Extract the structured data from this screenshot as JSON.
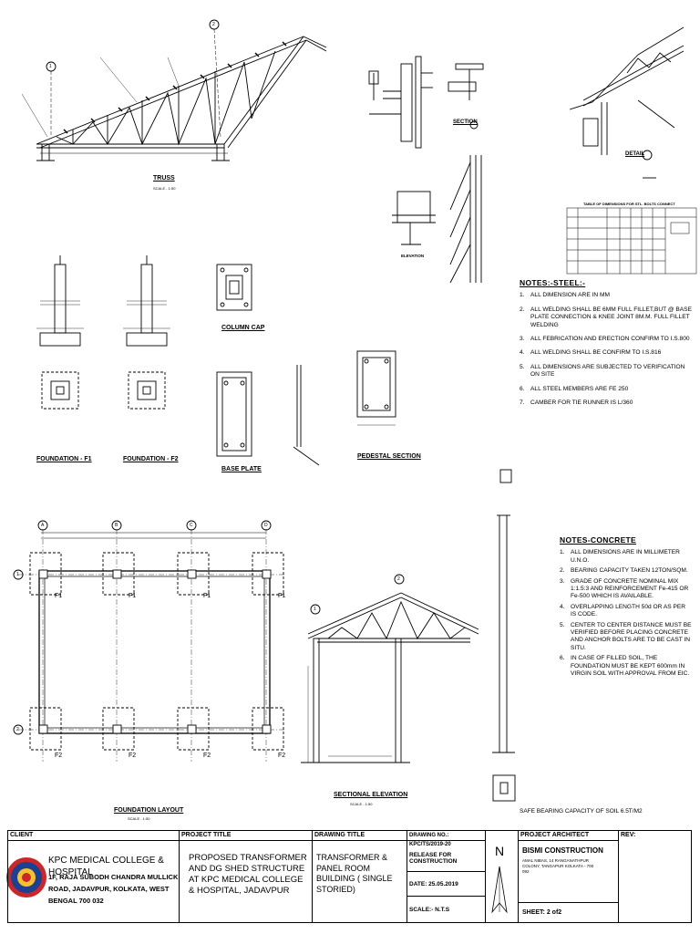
{
  "drawing_labels": {
    "truss": "TRUSS",
    "foundation_f1": "FOUNDATION - F1",
    "foundation_f2": "FOUNDATION - F2",
    "column_cap": "COLUMN CAP",
    "base_plate": "BASE PLATE",
    "pedestal_section": "PEDESTAL SECTION",
    "foundation_layout": "FOUNDATION LAYOUT",
    "sectional_elevation": "SECTIONAL ELEVATION",
    "section": "SECTION",
    "detail": "DETAIL",
    "elevation": "ELEVATION",
    "scale": "SCALE - 1:50",
    "table_title": "TABLE OF DIMENSIONS FOR STL. BOLTS CONNECT"
  },
  "grid": {
    "columns": [
      "A",
      "B",
      "C",
      "D"
    ],
    "rows": [
      "1",
      "2"
    ],
    "truss_marks": [
      "1",
      "2"
    ],
    "footings": [
      "F1",
      "F1",
      "F1",
      "F1",
      "F2",
      "F2",
      "F2",
      "F2"
    ]
  },
  "notes_steel": {
    "title": "NOTES:-STEEL:-",
    "items": [
      {
        "n": "1.",
        "t": "ALL DIMENSION ARE IN MM"
      },
      {
        "n": "2.",
        "t": "ALL WELDING SHALL BE 6MM FULL FILLET,BUT @ BASE PLATE CONNECTION & KNEE JOINT 8M.M. FULL FILLET WELDING"
      },
      {
        "n": "3.",
        "t": "ALL FEBRICATION AND ERECTION CONFIRM TO I.S.800"
      },
      {
        "n": "4.",
        "t": "ALL WELDING SHALL BE CONFIRM TO I.S.816"
      },
      {
        "n": "5.",
        "t": "ALL DIMENSIONS ARE SUBJECTED TO VERIFICATION ON SITE"
      },
      {
        "n": "6.",
        "t": "ALL STEEL MEMBERS  ARE FE 250"
      },
      {
        "n": "7.",
        "t": "CAMBER FOR TIE RUNNER IS L/360"
      }
    ]
  },
  "notes_concrete": {
    "title": "NOTES-CONCRETE",
    "items": [
      {
        "n": "1.",
        "t": "ALL DIMENSIONS ARE IN MILLIMETER U.N.O."
      },
      {
        "n": "2.",
        "t": "BEARING CAPACITY TAKEN 12TON/SQM."
      },
      {
        "n": "3.",
        "t": "GRADE OF CONCRETE NOMINAL MIX 1:1.5:3 AND REINFORCEMENT Fe-415 OR Fe-500 WHICH IS AVAILABLE."
      },
      {
        "n": "4.",
        "t": "OVERLAPPING LENGTH 50d OR AS PER IS CODE."
      },
      {
        "n": "5.",
        "t": "CENTER TO CENTER DISTANCE MUST BE VERIFIED BEFORE PLACING CONCRETE AND ANCHOR BOLTS ARE TO BE CAST IN SITU."
      },
      {
        "n": "6.",
        "t": "IN CASE OF FILLED SOIL, THE FOUNDATION MUST BE KEPT 600mm IN VIRGIN SOIL WITH APPROVAL FROM EIC."
      }
    ]
  },
  "soil_note": "SAFE BEARING CAPACITY OF SOIL 6.5T/M2",
  "title_block": {
    "client_header": "CLIENT",
    "client_name": "KPC MEDICAL COLLEGE & HOSPITAL",
    "client_address": "1F, RAJA SUBODH CHANDRA MULLICK ROAD, JADAVPUR, KOLKATA, WEST BENGAL 700 032",
    "project_header": "PROJECT TITLE",
    "project_title": "PROPOSED TRANSFORMER AND DG SHED STRUCTURE AT KPC MEDICAL COLLEGE & HOSPITAL, JADAVPUR",
    "drawing_header": "DRAWING TITLE",
    "drawing_title": "TRANSFORMER & PANEL ROOM BUILDING ( SINGLE STORIED)",
    "drawing_no": "DRAWING NO.: KPC/TS/2019-20",
    "release": "RELEASE FOR CONSTRUCTION",
    "date": "DATE: 25.05.2019",
    "scale": "SCALE:- N.T.S",
    "north": "N",
    "architect_header": "PROJECT ARCHITECT",
    "rev_header": "REV:",
    "architect_name": "BISMI CONSTRUCTION",
    "architect_address": "AMAL NIBAS, 14 RANGANATHPUR COLONY, TANGAPUR KOLKATA - 700 092",
    "sheet": "SHEET: 2 of2"
  }
}
